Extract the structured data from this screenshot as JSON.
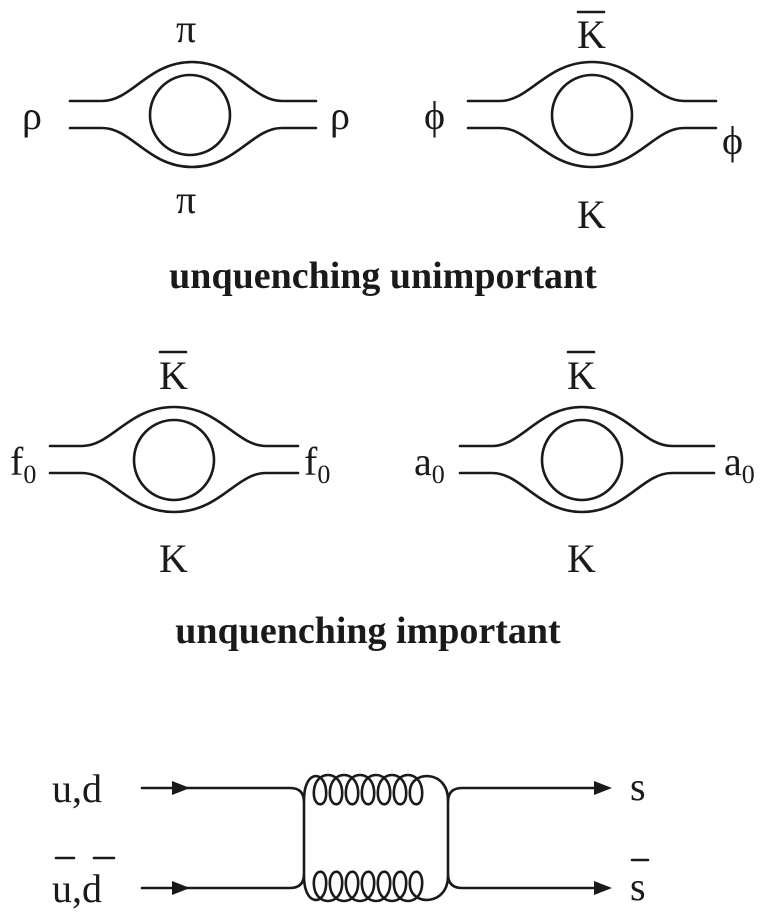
{
  "colors": {
    "ink": "#1a1a1a",
    "background": "#ffffff"
  },
  "diagrams": {
    "rho_loop": {
      "left": "ρ",
      "right": "ρ",
      "top": "π",
      "bottom": "π",
      "top_bar": false
    },
    "phi_loop": {
      "left": "ϕ",
      "right": "ϕ",
      "top": "K",
      "bottom": "K",
      "top_bar": true
    },
    "f0_loop": {
      "left": "f",
      "left_sub": "0",
      "right": "f",
      "right_sub": "0",
      "top": "K",
      "bottom": "K",
      "top_bar": true
    },
    "a0_loop": {
      "left": "a",
      "left_sub": "0",
      "right": "a",
      "right_sub": "0",
      "top": "K",
      "bottom": "K",
      "top_bar": true
    }
  },
  "captions": {
    "unimportant": "unquenching unimportant",
    "important": "unquenching important"
  },
  "gluon_diagram": {
    "in_top": "u,d",
    "in_bottom_u": "u",
    "in_bottom_sep": ",",
    "in_bottom_d": "d",
    "out_top": "s",
    "out_bottom": "s"
  }
}
